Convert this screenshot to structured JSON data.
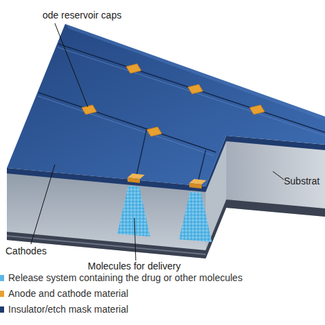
{
  "diagram": {
    "labels": [
      "ode reservoir caps",
      "Cathodes",
      "Molecules for delivery",
      "Substrat"
    ],
    "legend": [
      {
        "text": "Release system containing the drug or other molecules",
        "color": "#5bb8e6"
      },
      {
        "text": "Anode and cathode material",
        "color": "#e8a030"
      },
      {
        "text": "Insulator/etch mask material",
        "color": "#1f3b6e"
      }
    ]
  }
}
